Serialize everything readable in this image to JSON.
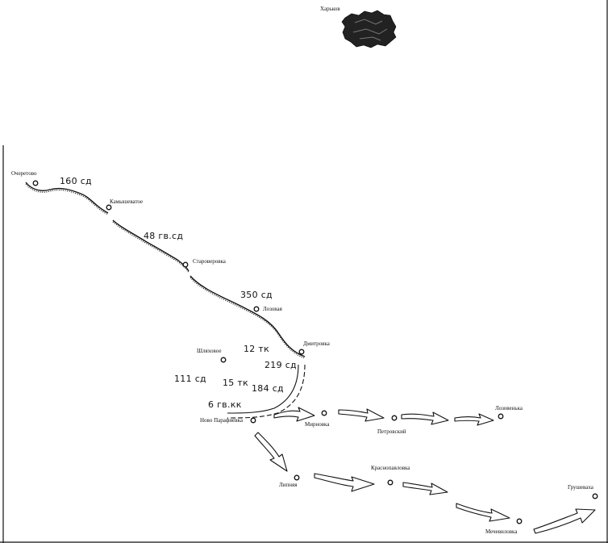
{
  "places": {
    "kharkov": "Харьков",
    "ocheretovo": "Очеретово",
    "kamyshevatoe": "Камышеватое",
    "staroverovka": "Староверовка",
    "lozovaya": "Лозовая",
    "dmitrovka": "Дмитровка",
    "shlyakhovoe": "Шляховое",
    "novo_parafievka": "Ново Парафиевка",
    "mirnovka": "Мирновка",
    "petrovsky": "Петровский",
    "lozovenka": "Лозовенька",
    "lipnyaya": "Липняя",
    "krasnopavlovka": "Краснопавловка",
    "mechevilovka": "Мечевиловка",
    "grushevakha": "Грушеваха"
  },
  "units": {
    "u160": "160 сд",
    "u48": "48 гв.сд",
    "u350": "350 сд",
    "u12tk": "12 тк",
    "u219": "219 сд",
    "u111": "111 сд",
    "u15tk": "15 тк",
    "u184": "184 сд",
    "u6kk": "6 гв.кк"
  }
}
